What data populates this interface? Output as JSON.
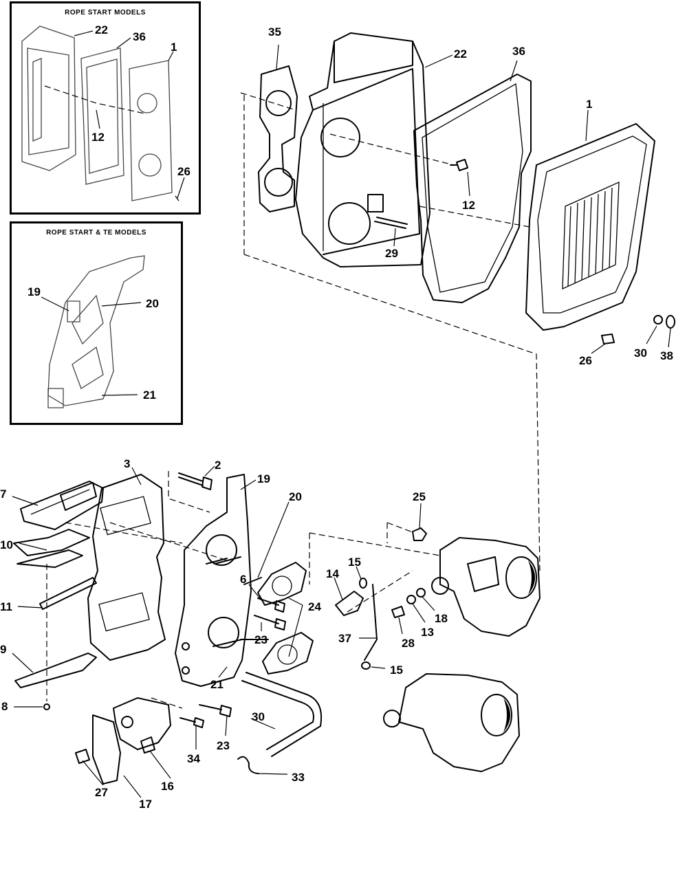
{
  "insets": {
    "top": {
      "title": "ROPE START MODELS"
    },
    "middle": {
      "title": "ROPE START & TE MODELS"
    }
  },
  "callouts": {
    "inset_top": [
      "22",
      "36",
      "1",
      "12",
      "26"
    ],
    "inset_middle": [
      "19",
      "20",
      "21"
    ],
    "upper": [
      "35",
      "22",
      "36",
      "1",
      "12",
      "29",
      "30",
      "38",
      "26"
    ],
    "lower": [
      "2",
      "3",
      "7",
      "10",
      "11",
      "9",
      "8",
      "19",
      "20",
      "6",
      "24",
      "23",
      "21",
      "14",
      "15",
      "37",
      "15",
      "25",
      "18",
      "13",
      "28",
      "23",
      "34",
      "30",
      "33",
      "16",
      "27",
      "17"
    ]
  },
  "footer": {
    "code": ""
  }
}
